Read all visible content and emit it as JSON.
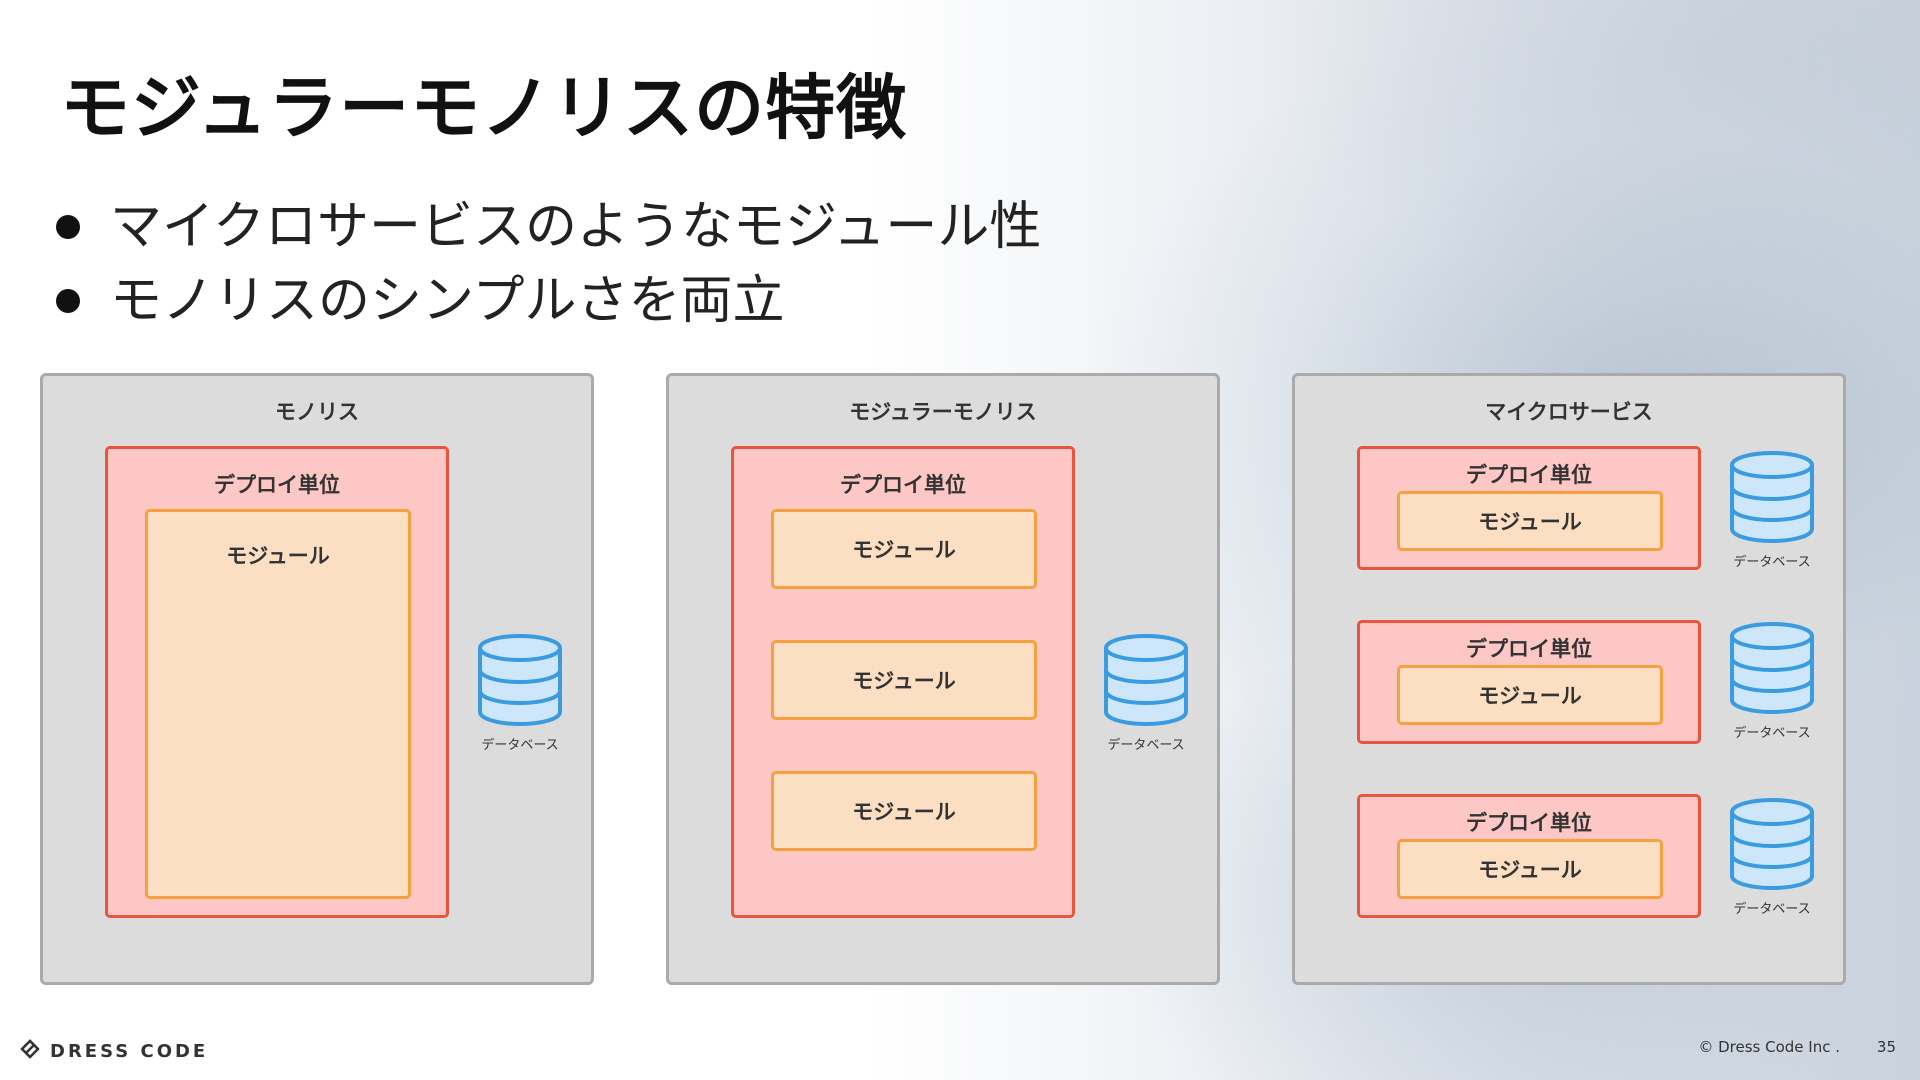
{
  "slide": {
    "title": "モジュラーモノリスの特徴",
    "bullets": [
      "マイクロサービスのようなモジュール性",
      "モノリスのシンプルさを両立"
    ]
  },
  "diagram": {
    "panels": [
      {
        "title": "モノリス",
        "deploy_units": [
          {
            "label": "デプロイ単位",
            "modules": [
              "モジュール"
            ]
          }
        ],
        "databases": [
          "データベース"
        ]
      },
      {
        "title": "モジュラーモノリス",
        "deploy_units": [
          {
            "label": "デプロイ単位",
            "modules": [
              "モジュール",
              "モジュール",
              "モジュール"
            ]
          }
        ],
        "databases": [
          "データベース"
        ]
      },
      {
        "title": "マイクロサービス",
        "deploy_units": [
          {
            "label": "デプロイ単位",
            "modules": [
              "モジュール"
            ]
          },
          {
            "label": "デプロイ単位",
            "modules": [
              "モジュール"
            ]
          },
          {
            "label": "デプロイ単位",
            "modules": [
              "モジュール"
            ]
          }
        ],
        "databases": [
          "データベース",
          "データベース",
          "データベース"
        ]
      }
    ],
    "colors": {
      "panel_bg": "#dcdcdc",
      "deploy_fill": "#fcc7c4",
      "deploy_border": "#e8553c",
      "module_fill": "#fcdfc2",
      "module_border": "#f4a13f",
      "database_fill": "#cde6fa",
      "database_stroke": "#3a9be0"
    },
    "icons": [
      "database-icon"
    ]
  },
  "footer": {
    "logo_text": "DRESS CODE",
    "logo_icon": "dress-code-logo-icon",
    "copyright": "© Dress Code Inc .",
    "page_number": "35"
  }
}
